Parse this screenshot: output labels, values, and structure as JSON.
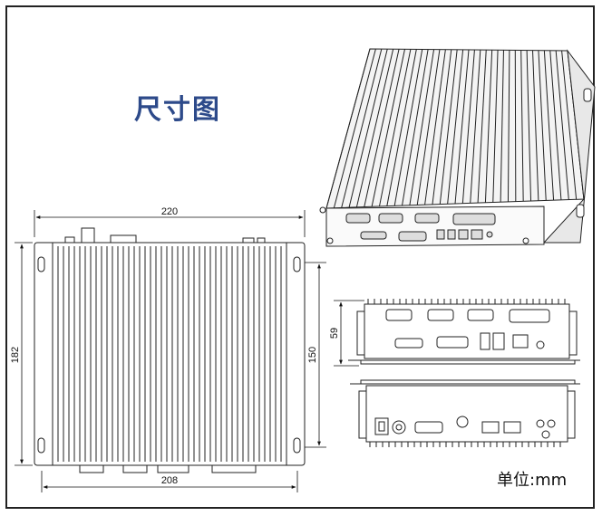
{
  "title": "尺寸图",
  "unit_label": "单位:mm",
  "dimensions": {
    "top_width": "220",
    "bottom_width": "208",
    "left_height": "182",
    "right_height": "150",
    "front_height": "59"
  },
  "colors": {
    "title": "#2d4a8a",
    "line": "#222222",
    "frame": "#222222"
  }
}
